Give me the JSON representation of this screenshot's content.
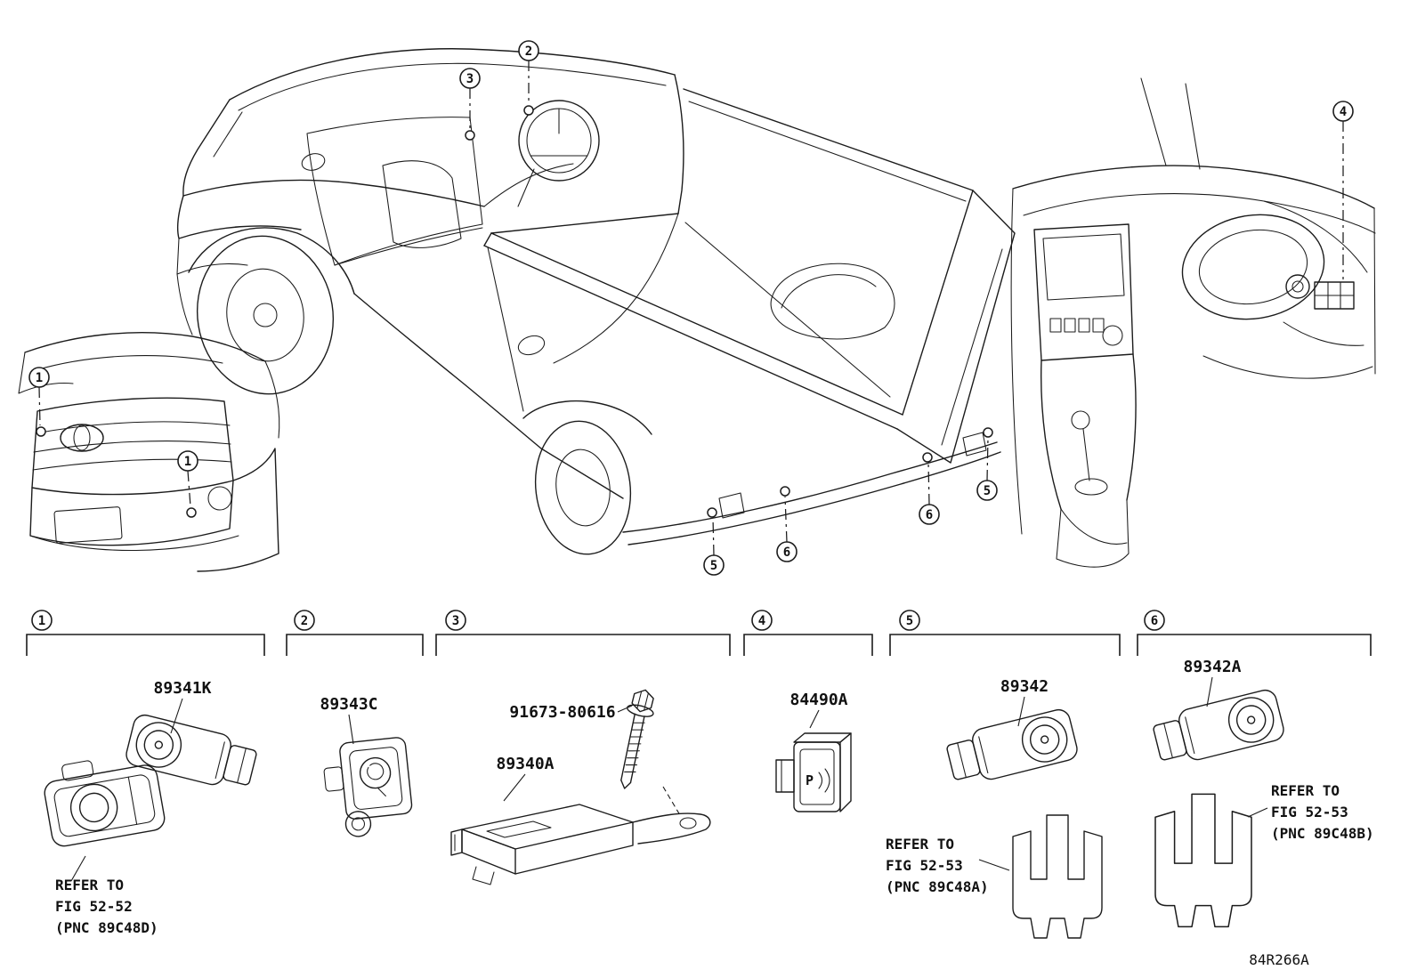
{
  "diagram": {
    "code": "84R266A",
    "vehicle_callouts": [
      {
        "num": "2"
      },
      {
        "num": "3"
      },
      {
        "num": "4"
      },
      {
        "num": "1"
      },
      {
        "num": "1"
      },
      {
        "num": "5"
      },
      {
        "num": "6"
      },
      {
        "num": "6"
      },
      {
        "num": "5"
      }
    ],
    "groups": [
      {
        "num": "1",
        "parts": [
          "89341K"
        ],
        "note_lines": [
          "REFER TO",
          "FIG 52-52",
          "(PNC 89C48D)"
        ]
      },
      {
        "num": "2",
        "parts": [
          "89343C"
        ],
        "note_lines": []
      },
      {
        "num": "3",
        "parts": [
          "91673-80616",
          "89340A"
        ],
        "note_lines": []
      },
      {
        "num": "4",
        "parts": [
          "84490A"
        ],
        "switch_icon": "P",
        "note_lines": []
      },
      {
        "num": "5",
        "parts": [
          "89342"
        ],
        "note_lines": [
          "REFER TO",
          "FIG 52-53",
          "(PNC 89C48A)"
        ]
      },
      {
        "num": "6",
        "parts": [
          "89342A"
        ],
        "note_lines": [
          "REFER TO",
          "FIG 52-53",
          "(PNC 89C48B)"
        ]
      }
    ]
  }
}
